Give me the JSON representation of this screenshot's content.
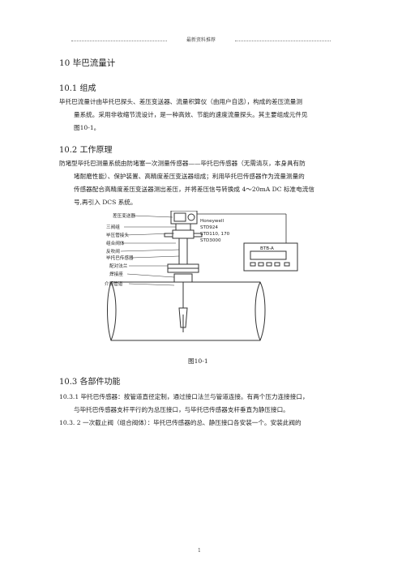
{
  "header": {
    "text": "最新资料推荐"
  },
  "section": {
    "title": "10 毕巴流量计",
    "s1": {
      "title": "10.1 组成",
      "line1": "毕托巴流量计由毕托巴探头、差压变送器、流量积算仪（由用户自选），构成的差压流量测",
      "line2": "量系统。采用非收缩节流设计，是一种高效、节能的速度流量探头。其主要组成元件见",
      "line3": "图10-1。"
    },
    "s2": {
      "title": "10.2 工作原理",
      "line1": "防堵型毕托巴测量系统由防堵塞一次测量传感器——毕托巴传感器（无需清灰，本身具有防",
      "line2": "堵耐磨性能）、保护装置、高精度差压变送器组成；利用毕托巴传感器作为流量测量的",
      "line3": "传感器配合高精度差压变送器测出差压，并将差压信号转换成 4～20mA DC 标准电流信",
      "line4": "号,再引入 DCS 系统。"
    },
    "figure": {
      "caption": "图10-1",
      "labels": {
        "transmitter": "差压变送器",
        "valve_group": "三阀组",
        "pressure_joint": "毕压管接头",
        "combo_valve": "组合阀体",
        "flush_valve": "反吹阀",
        "sensor": "毕托巴传感器",
        "flange": "配对法兰",
        "weld_seat": "焊接座",
        "pipe": "介质管道"
      },
      "device": {
        "brand": "Honeywell",
        "model1": "STD924",
        "model2": "STD110, 170",
        "model3": "STD3000"
      },
      "display_unit": "BTB-A"
    },
    "s3": {
      "title": "10.3 各部件功能",
      "p1_line1": "10.3.1 毕托巴传感器：按管道直径定制，通过接口法兰与管道连接。有两个压力连接接口，",
      "p1_line2": "与毕托巴传感器支杆平行的为总压接口，与毕托巴传感器支杆垂直为静压接口。",
      "p2_line1": "10.3. 2 一次截止阀（组合阀体）：毕托巴传感器的总、静压接口各安装一个。安装此阀的"
    }
  },
  "footer": {
    "page": "1"
  }
}
